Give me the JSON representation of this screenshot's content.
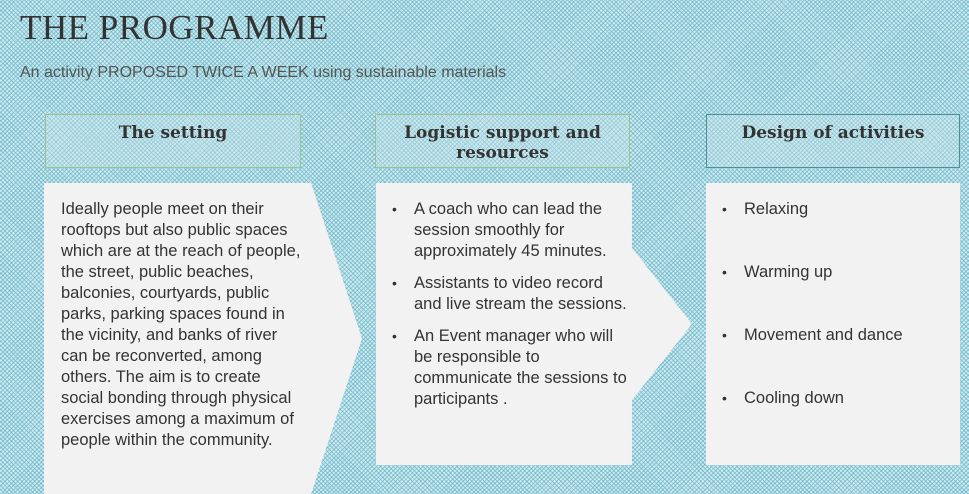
{
  "title": "THE PROGRAMME",
  "subtitle": "An activity PROPOSED TWICE A WEEK using sustainable materials",
  "columns": [
    {
      "header": "The setting",
      "body": "Ideally people meet on their rooftops but also public spaces which are at the reach of people, the street, public beaches, balconies, courtyards, public parks, parking spaces found in the vicinity, and banks of river can be reconverted, among others.  The aim is to create social bonding through physical exercises among a maximum of people within the community."
    },
    {
      "header": "Logistic support and resources",
      "items": [
        "A coach who can lead the session smoothly for approximately 45 minutes.",
        "Assistants to video record and live stream the sessions.",
        "An Event manager who will be responsible to communicate the sessions to participants ."
      ]
    },
    {
      "header": "Design of activities",
      "items": [
        "Relaxing",
        "Warming up",
        "Movement and dance",
        "Cooling down"
      ]
    }
  ]
}
